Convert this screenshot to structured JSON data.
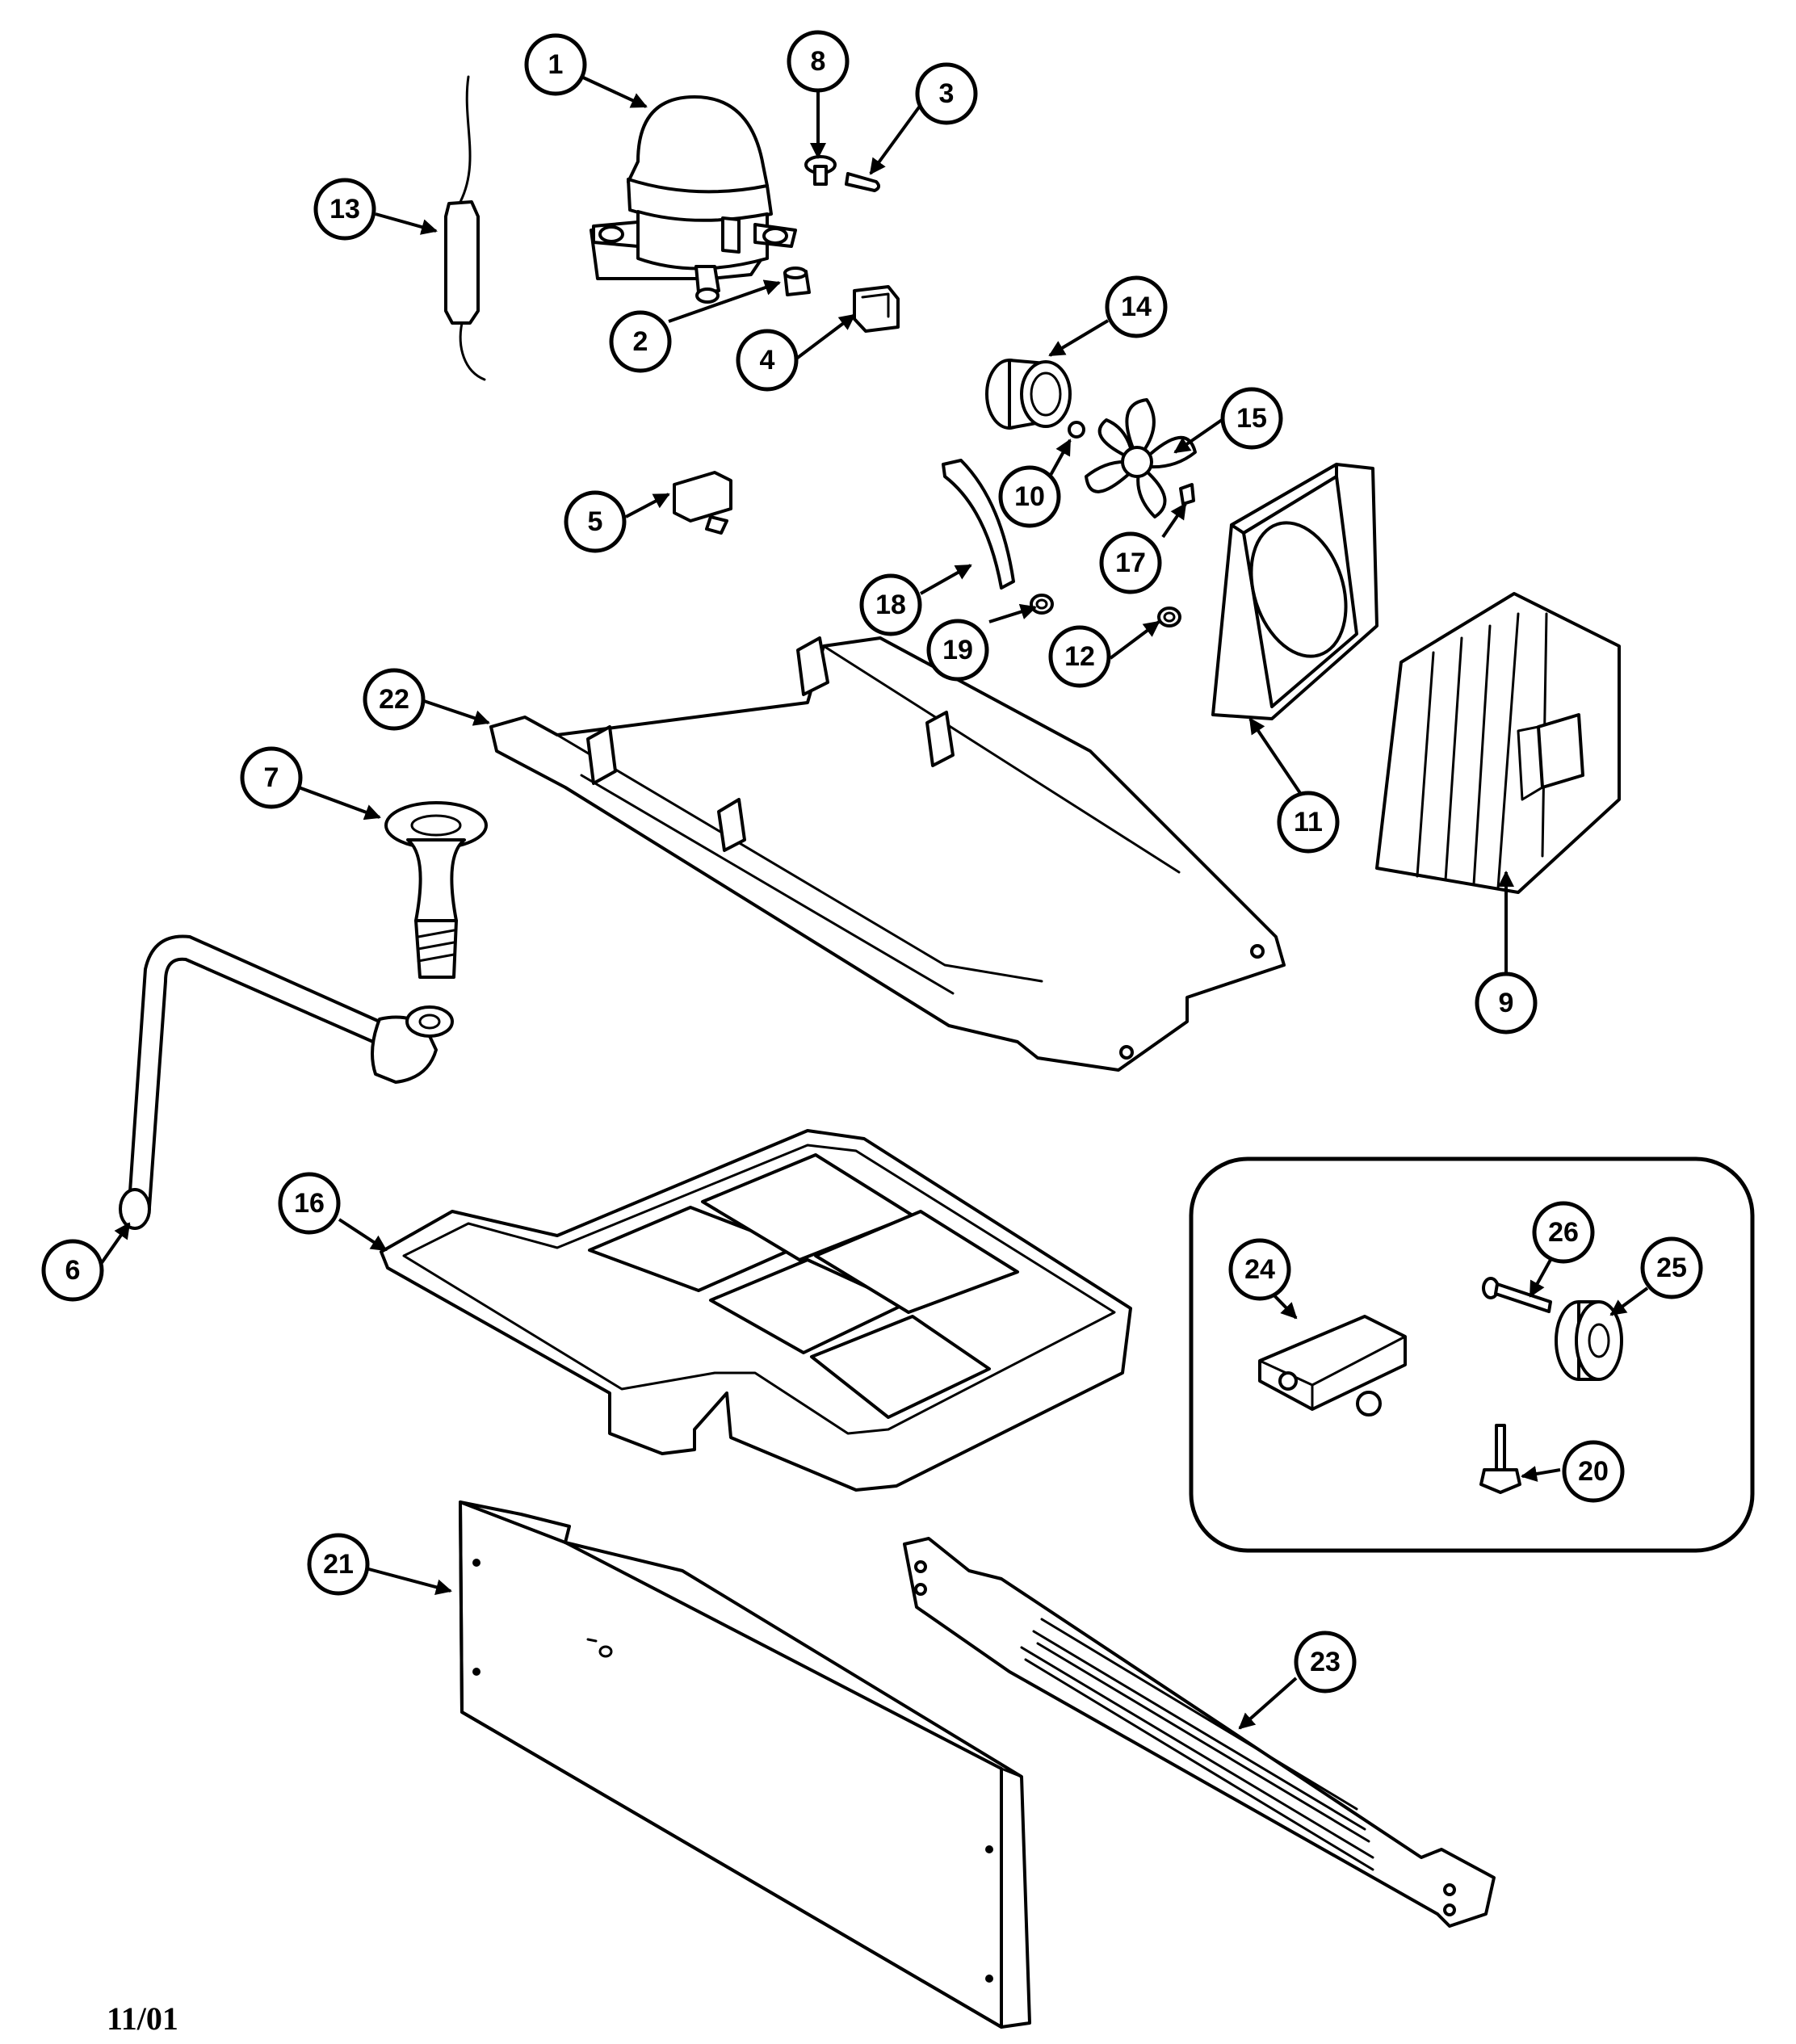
{
  "callouts": {
    "c1": "1",
    "c2": "2",
    "c3": "3",
    "c4": "4",
    "c5": "5",
    "c6": "6",
    "c7": "7",
    "c8": "8",
    "c9": "9",
    "c10": "10",
    "c11": "11",
    "c12": "12",
    "c13": "13",
    "c14": "14",
    "c15": "15",
    "c16": "16",
    "c17": "17",
    "c18": "18",
    "c19": "19",
    "c20": "20",
    "c21": "21",
    "c22": "22",
    "c23": "23",
    "c24": "24",
    "c25": "25",
    "c26": "26"
  },
  "footer": {
    "date": "11/01"
  }
}
